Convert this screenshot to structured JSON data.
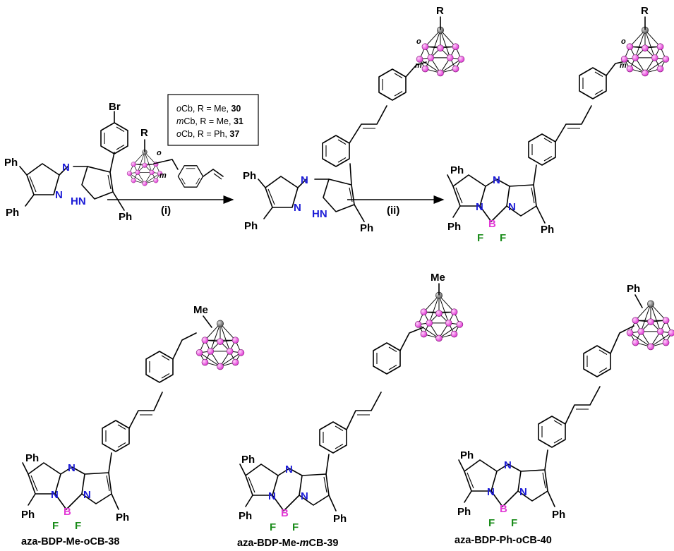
{
  "labels": {
    "ph": "Ph",
    "n": "N",
    "hn": "HN",
    "b": "B",
    "f": "F",
    "br": "Br",
    "r": "R",
    "me": "Me",
    "o": "o",
    "m": "m"
  },
  "box": {
    "line1": {
      "prefix": "o",
      "text": "Cb, R = Me, ",
      "num": "30"
    },
    "line2": {
      "prefix": "m",
      "text": "Cb, R = Me, ",
      "num": "31"
    },
    "line3": {
      "prefix": "o",
      "text": "Cb, R = Ph, ",
      "num": "37"
    }
  },
  "arrows": {
    "step1": "(i)",
    "step2": "(ii)"
  },
  "compounds": {
    "c38": "aza-BDP-Me-oCB-38",
    "c39_prefix": "aza-BDP-Me-",
    "c39_italic": "m",
    "c39_suffix": "CB-39",
    "c40": "aza-BDP-Ph-oCB-40"
  },
  "colors": {
    "nitrogen": "#1a1ad6",
    "boron": "#e23ad6",
    "fluorine": "#1a8c1a",
    "cage_vertex": "#e23ad6",
    "carbon_vertex": "#888888"
  }
}
